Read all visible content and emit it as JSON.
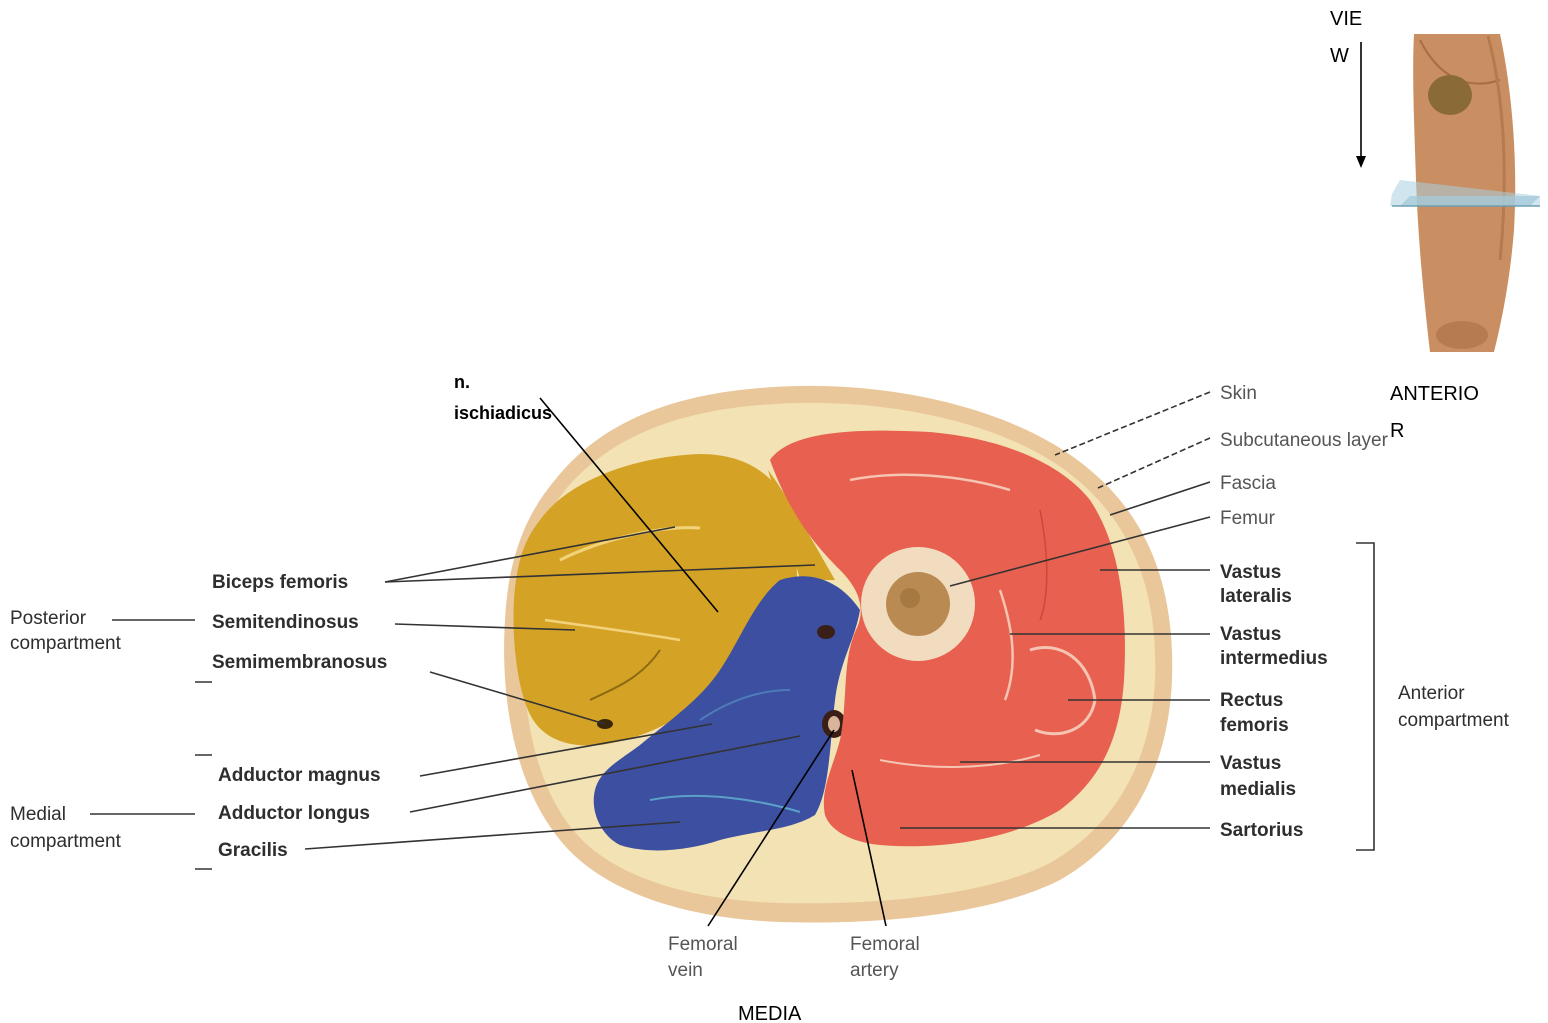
{
  "orientation": {
    "view_label_line1": "VIE",
    "view_label_line2": "W",
    "anterior_line1": "ANTERIO",
    "anterior_line2": "R",
    "bottom_label": "MEDIA"
  },
  "nerve_label": {
    "line1": "n.",
    "line2": "ischiadicus"
  },
  "left_labels": {
    "biceps_femoris": "Biceps femoris",
    "semitendinosus": "Semitendinosus",
    "semimembranosus": "Semimembranosus",
    "adductor_magnus": "Adductor magnus",
    "adductor_longus": "Adductor longus",
    "gracilis": "Gracilis"
  },
  "compartments": {
    "posterior_line1": "Posterior",
    "posterior_line2": "compartment",
    "medial_line1": "Medial",
    "medial_line2": "compartment",
    "anterior_line1": "Anterior",
    "anterior_line2": "compartment"
  },
  "right_labels": {
    "skin": "Skin",
    "subcutaneous_layer": "Subcutaneous layer",
    "fascia": "Fascia",
    "femur": "Femur",
    "vastus_lateralis_1": "Vastus",
    "vastus_lateralis_2": "lateralis",
    "vastus_intermedius_1": "Vastus",
    "vastus_intermedius_2": "intermedius",
    "rectus_femoris_1": "Rectus",
    "rectus_femoris_2": "femoris",
    "vastus_medialis_1": "Vastus",
    "vastus_medialis_2": "medialis",
    "sartorius": "Sartorius"
  },
  "bottom_labels": {
    "femoral_vein_1": "Femoral",
    "femoral_vein_2": "vein",
    "femoral_artery_1": "Femoral",
    "femoral_artery_2": "artery"
  },
  "colors": {
    "skin_ring": "#e9c79a",
    "subcutaneous": "#f2e2b4",
    "posterior_muscle": "#d4a326",
    "medial_muscle": "#3c4fa0",
    "anterior_muscle": "#e8604f",
    "bone_cortex": "#f1dcc0",
    "bone_marrow": "#b98b52"
  },
  "icons": {
    "view_arrow": "down-arrow-icon",
    "thigh_figure": "thigh-plane-icon"
  }
}
